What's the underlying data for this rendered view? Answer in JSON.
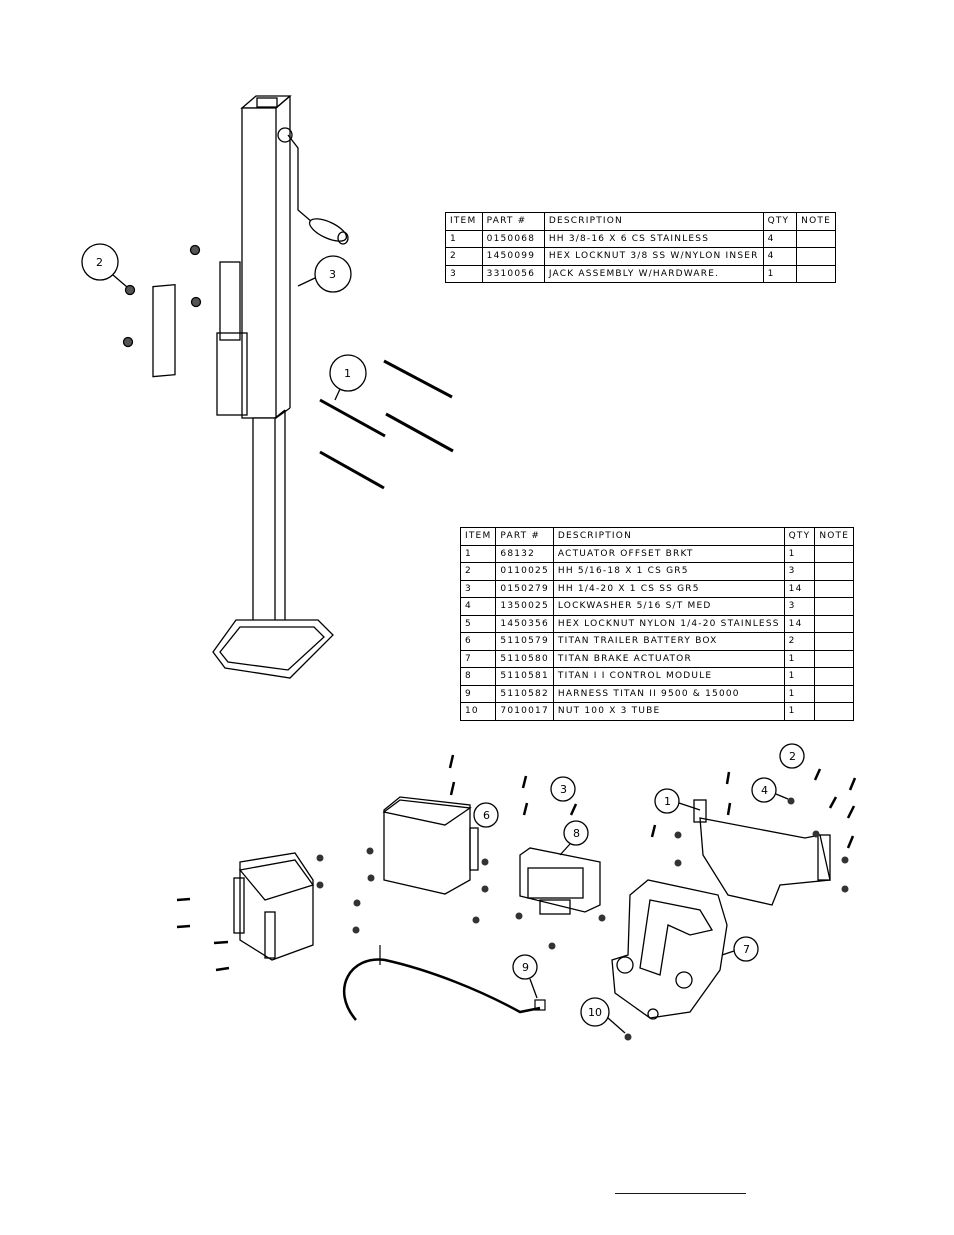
{
  "jack_bom": {
    "headers": [
      "ITEM",
      "PART #",
      "DESCRIPTION",
      "QTY",
      "NOTE"
    ],
    "rows": [
      [
        "1",
        "0150068",
        "HH 3/8-16 X 6 CS STAINLESS",
        "4",
        ""
      ],
      [
        "2",
        "1450099",
        "HEX LOCKNUT 3/8 SS W/NYLON INSER",
        "4",
        ""
      ],
      [
        "3",
        "3310056",
        "JACK ASSEMBLY W/HARDWARE.",
        "1",
        ""
      ]
    ]
  },
  "brake_bom": {
    "headers": [
      "ITEM",
      "PART #",
      "DESCRIPTION",
      "QTY",
      "NOTE"
    ],
    "rows": [
      [
        "1",
        "68132",
        "ACTUATOR OFFSET BRKT",
        "1",
        ""
      ],
      [
        "2",
        "0110025",
        "HH 5/16-18 X 1 CS GR5",
        "3",
        ""
      ],
      [
        "3",
        "0150279",
        "HH 1/4-20 X 1 CS SS GR5",
        "14",
        ""
      ],
      [
        "4",
        "1350025",
        "LOCKWASHER 5/16 S/T MED",
        "3",
        ""
      ],
      [
        "5",
        "1450356",
        "HEX LOCKNUT NYLON 1/4-20 STAINLESS",
        "14",
        ""
      ],
      [
        "6",
        "5110579",
        "TITAN TRAILER BATTERY BOX",
        "2",
        ""
      ],
      [
        "7",
        "5110580",
        "TITAN BRAKE ACTUATOR",
        "1",
        ""
      ],
      [
        "8",
        "5110581",
        "TITAN I I CONTROL MODULE",
        "1",
        ""
      ],
      [
        "9",
        "5110582",
        "HARNESS TITAN II 9500 & 15000",
        "1",
        ""
      ],
      [
        "10",
        "7010017",
        "NUT  100 X 3 TUBE",
        "1",
        ""
      ]
    ]
  },
  "jack_callouts": [
    "2",
    "3",
    "1"
  ],
  "brake_callouts": [
    "6",
    "3",
    "8",
    "1",
    "2",
    "4",
    "7",
    "9",
    "10"
  ],
  "link_color": "#0000cc"
}
